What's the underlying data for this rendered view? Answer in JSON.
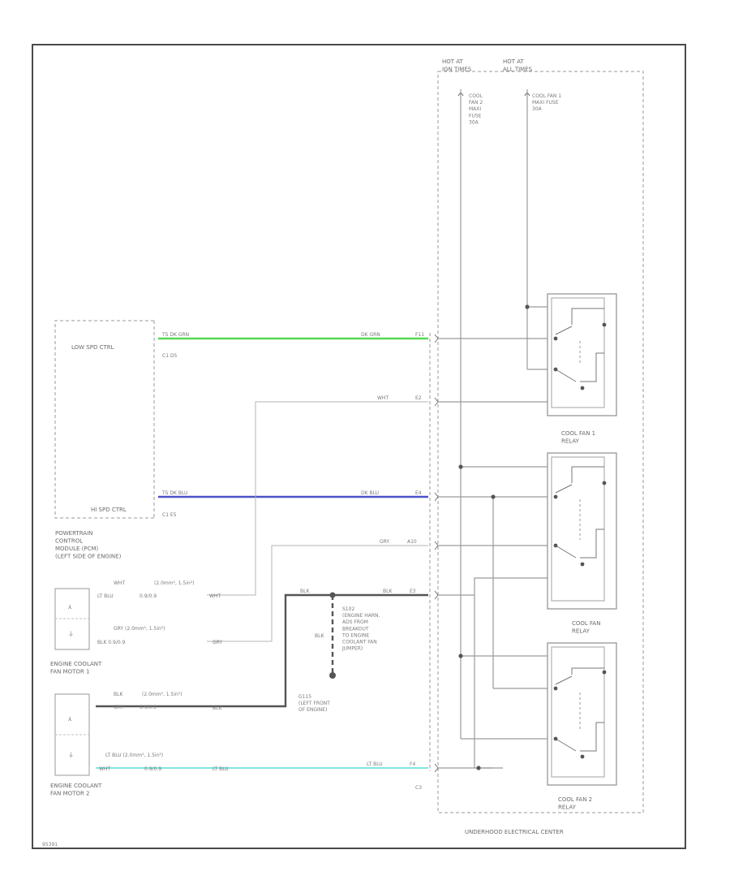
{
  "diagram": {
    "title": "Underhood Electrical Center cooling fan wiring diagram",
    "colors": {
      "green_wire": "#55d855",
      "blue_wire": "#4b52c8",
      "cyan_wire": "#7fe6e0",
      "dark_wire": "#555555",
      "frame": "#4a4a4a"
    },
    "top": {
      "hot_ign": "HOT AT\nIGN TIMES",
      "hot_all": "HOT AT\nALL TIMES",
      "fuse2": "COOL\nFAN 2\nMAXI\nFUSE\n30A",
      "fuse1": "COOL FAN 1\nMAXI FUSE\n30A"
    },
    "pcm": {
      "low_spd": "LOW SPD CTRL",
      "hi_spd": "HI SPD CTRL",
      "low_pins": "TS   DK GRN",
      "low_conn": "C1     D5",
      "hi_pins": "TS   DK BLU",
      "hi_conn": "C1     E5",
      "name": "POWERTRAIN\nCONTROL\nMODULE (PCM)\n(LEFT SIDE OF ENGINE)"
    },
    "wires": {
      "dkgrn": "DK GRN",
      "pin_f11": "F11",
      "wht": "WHT",
      "pin_e2": "E2",
      "dkblu": "DK BLU",
      "pin_e4": "E4",
      "gry": "GRY",
      "pin_a10": "A10",
      "blk": "BLK",
      "pin_e3": "E3",
      "ltblu": "LT BLU",
      "pin_f4": "F4",
      "blk_left": "BLK",
      "blk_mid": "BLK"
    },
    "motor1": {
      "line1_a": "WHT",
      "line1_b": "(2.0mm², 1.5in²)",
      "line2_a": "LT BLU",
      "line2_b": "0.9/0.9",
      "line2_c": "WHT",
      "line3_a": "GRY (2.0mm², 1.5in²)",
      "line4_a": "BLK 0.9/0.9",
      "line4_b": "GRY",
      "name": "ENGINE COOLANT\nFAN MOTOR 1"
    },
    "motor2": {
      "line1_a": "BLK",
      "line1_b": "(2.0mm², 1.5in²)",
      "line2_a": "GRY",
      "line2_b": "0.9/0.9",
      "line2_c": "BLK",
      "line3_a": "LT BLU   (2.0mm², 1.5in²)",
      "line4_a": "WHT",
      "line4_b": "0.9/0.9",
      "line4_c": "LT BLU",
      "name": "ENGINE COOLANT\nFAN MOTOR 2"
    },
    "ground": {
      "s_note": "S102\n(ENGINE HARN.\nADS FROM\nBREAKOUT\nTO ENGINE\nCOOLANT FAN\nJUMPER)",
      "g_note": "G115\n(LEFT FRONT\nOF ENGINE)",
      "blk": "BLK"
    },
    "relays": {
      "r1": "COOL FAN 1\nRELAY",
      "r": "COOL FAN\nRELAY",
      "r2": "COOL FAN 2\nRELAY"
    },
    "c3": "C3",
    "uec": "UNDERHOOD ELECTRICAL CENTER",
    "code": "95391"
  }
}
